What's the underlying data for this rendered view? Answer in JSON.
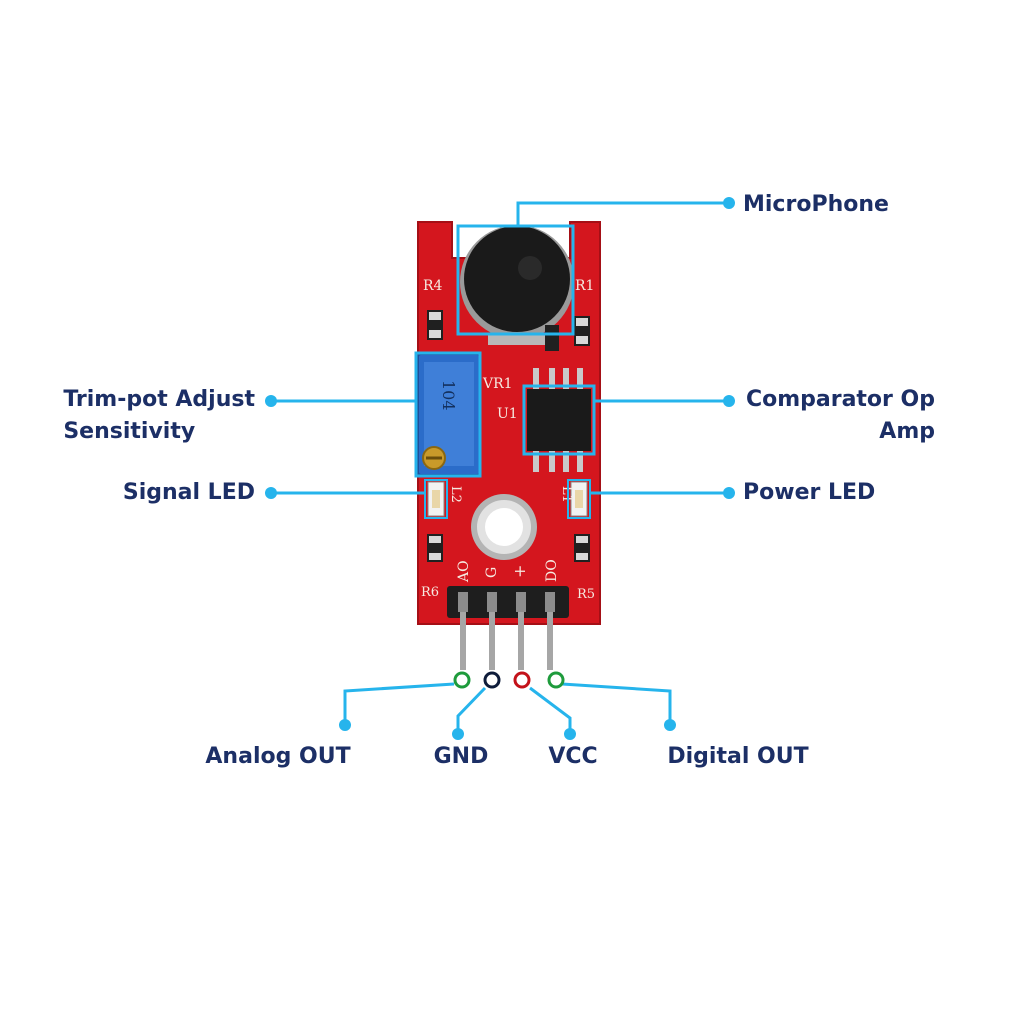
{
  "colors": {
    "leader": "#26b4ec",
    "label_text": "#1c2f66",
    "pcb_red": "#d4161e",
    "pin_analog": "#1e9b3c",
    "pin_gnd": "#0e1c3a",
    "pin_vcc": "#c3121a",
    "pin_digital": "#1e9b3c"
  },
  "labels": {
    "microphone": "MicroPhone",
    "trimpot_line1": "Trim-pot Adjust",
    "trimpot_line2": "Sensitivity",
    "signal_led": "Signal LED",
    "comparator_line1": "Comparator Op",
    "comparator_line2": "Amp",
    "power_led": "Power LED",
    "analog_out": "Analog OUT",
    "gnd": "GND",
    "vcc": "VCC",
    "digital_out": "Digital OUT"
  },
  "board": {
    "r4": "R4",
    "r1": "R1",
    "vr1": "VR1",
    "u1": "U1",
    "l2": "L2",
    "l1": "L1",
    "ao": "AO",
    "g": "G",
    "plus": "+",
    "do": "DO",
    "r6": "R6",
    "r5": "R5",
    "pot_marking": "104"
  },
  "icons": {
    "microphone": "microphone-capsule-icon",
    "trimpot": "trimmer-potentiometer-icon",
    "chip": "op-amp-chip-icon",
    "led": "smd-led-icon",
    "header": "pin-header-icon"
  }
}
